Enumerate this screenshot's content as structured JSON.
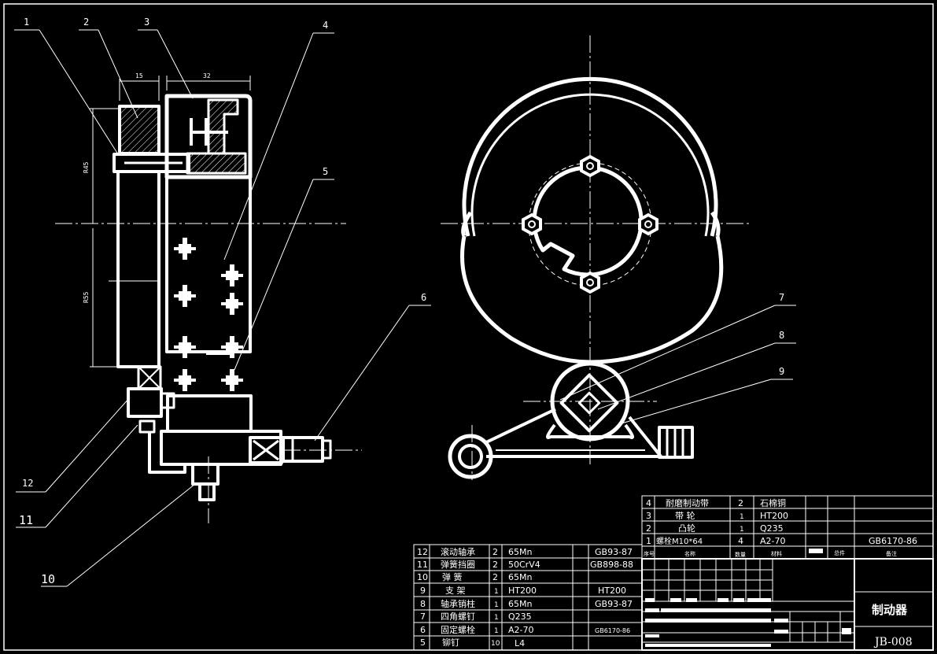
{
  "balloons": [
    "1",
    "2",
    "3",
    "4",
    "5",
    "6",
    "7",
    "8",
    "9",
    "10",
    "11",
    "12"
  ],
  "dimensions": {
    "d15": "15",
    "d32": "32",
    "r45": "R45",
    "r55": "R55"
  },
  "parts_list_upper": [
    {
      "no": "4",
      "name": "耐磨制动带",
      "qty": "2",
      "material": "石棉铜",
      "std": ""
    },
    {
      "no": "3",
      "name": "带 轮",
      "qty": "1",
      "material": "HT200",
      "std": ""
    },
    {
      "no": "2",
      "name": "凸轮",
      "qty": "1",
      "material": "Q235",
      "std": ""
    },
    {
      "no": "1",
      "name": "螺栓M10*64",
      "qty": "4",
      "material": "A2-70",
      "std": "GB6170-86"
    }
  ],
  "parts_header": {
    "no": "序号",
    "name": "名称",
    "qty": "数量",
    "material": "材料",
    "weight": "总件",
    "note": "备注"
  },
  "parts_list_lower": [
    {
      "no": "12",
      "name": "滚动轴承",
      "qty": "2",
      "material": "65Mn",
      "std": "GB93-87"
    },
    {
      "no": "11",
      "name": "弹簧挡圈",
      "qty": "2",
      "material": "50CrV4",
      "std": "GB898-88"
    },
    {
      "no": "10",
      "name": "弹 簧",
      "qty": "2",
      "material": "65Mn",
      "std": ""
    },
    {
      "no": "9",
      "name": "支 架",
      "qty": "1",
      "material": "HT200",
      "std": "HT200"
    },
    {
      "no": "8",
      "name": "轴承销柱",
      "qty": "1",
      "material": "65Mn",
      "std": "GB93-87"
    },
    {
      "no": "7",
      "name": "四角螺钉",
      "qty": "1",
      "material": "Q235",
      "std": ""
    },
    {
      "no": "6",
      "name": "固定螺栓",
      "qty": "1",
      "material": "A2-70",
      "std": "GB6170-86"
    },
    {
      "no": "5",
      "name": "铆钉",
      "qty": "10",
      "material": "L4",
      "std": ""
    }
  ],
  "title_block": {
    "title": "制动器",
    "drawing_no": "JB-008"
  }
}
